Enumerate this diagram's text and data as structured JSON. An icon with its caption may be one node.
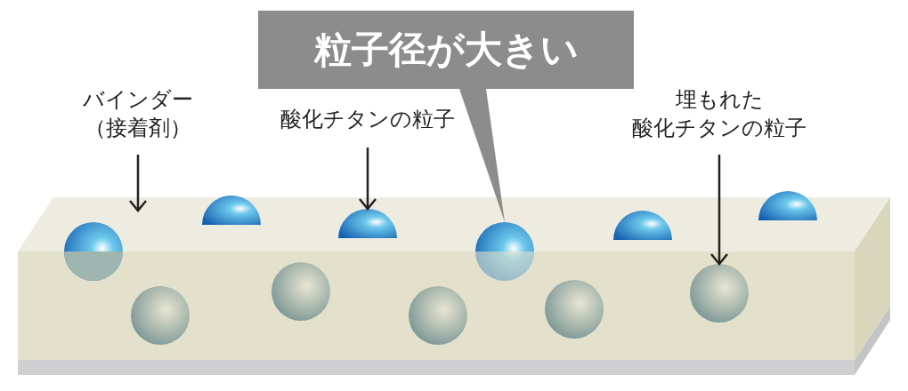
{
  "diagram": {
    "nodes": [
      {
        "text": [
          "粒子径が大きい"
        ]
      },
      {
        "text": [
          "バインダー（接着剤）"
        ]
      },
      {
        "text": [
          "酸化チタンの粒子"
        ]
      },
      {
        "text": [
          "埋もれた酸化チタンの粒子"
        ]
      },
      {
        "text": [],
        "shape": "box"
      },
      {
        "text": [],
        "shape": "circle"
      },
      {
        "text": [],
        "shape": "circle"
      },
      {
        "text": [],
        "shape": "circle",
        "in": 4
      }
    ],
    "edges": [
      {
        "from": 0,
        "to": 6,
        "arrow": "none"
      },
      {
        "from": 1,
        "to": 4,
        "arrow": "to"
      },
      {
        "from": 2,
        "to": 5,
        "arrow": "to"
      },
      {
        "from": 3,
        "to": 7,
        "arrow": "to"
      }
    ]
  }
}
